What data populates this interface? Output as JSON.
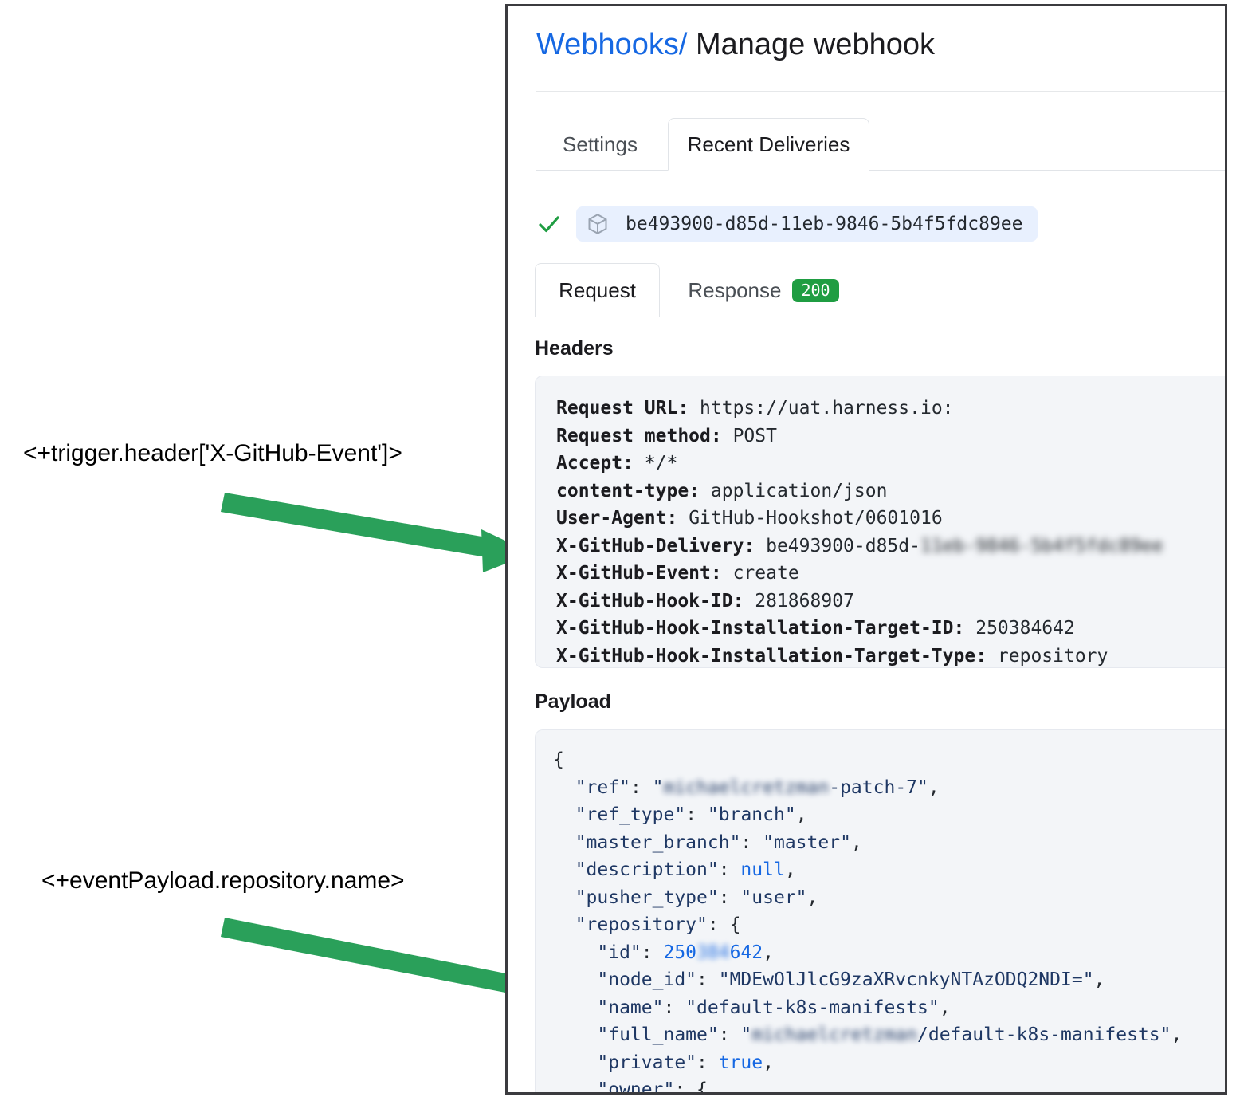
{
  "annotations": [
    {
      "name": "trigger-header-expression",
      "text": "<+trigger.header['X-GitHub-Event']>"
    },
    {
      "name": "event-payload-expression",
      "text": "<+eventPayload.repository.name>"
    }
  ],
  "panel": {
    "breadcrumb": {
      "link": "Webhooks",
      "separator": "/",
      "current": "Manage webhook"
    },
    "outer_tabs": [
      {
        "label": "Settings",
        "active": false
      },
      {
        "label": "Recent Deliveries",
        "active": true
      }
    ],
    "delivery": {
      "status_icon": "check-icon",
      "object_icon": "cube-icon",
      "id": "be493900-d85d-11eb-9846-5b4f5fdc89ee"
    },
    "inner_tabs": [
      {
        "label": "Request",
        "active": true
      },
      {
        "label": "Response",
        "active": false,
        "badge": "200"
      }
    ],
    "headers_section": {
      "label": "Headers",
      "rows": [
        {
          "name": "Request URL:",
          "value": "https://uat.harness.io:",
          "redacted": false
        },
        {
          "name": "Request method:",
          "value": "POST",
          "redacted": false
        },
        {
          "name": "Accept:",
          "value": "*/*",
          "redacted": false
        },
        {
          "name": "content-type:",
          "value": "application/json",
          "redacted": false
        },
        {
          "name": "User-Agent:",
          "value": "GitHub-Hookshot/0601016",
          "redacted": false
        },
        {
          "name": "X-GitHub-Delivery:",
          "value": "be493900-d85d-",
          "redacted_value": "11eb-9846-5b4f5fdc89ee",
          "redacted": true
        },
        {
          "name": "X-GitHub-Event:",
          "value": "create",
          "redacted": false
        },
        {
          "name": "X-GitHub-Hook-ID:",
          "value": "281868907",
          "redacted": false
        },
        {
          "name": "X-GitHub-Hook-Installation-Target-ID:",
          "value": "250384642",
          "redacted": false
        },
        {
          "name": "X-GitHub-Hook-Installation-Target-Type:",
          "value": "repository",
          "redacted": false
        }
      ]
    },
    "payload_section": {
      "label": "Payload",
      "lines": [
        "{",
        "  \"ref\": \"<redacted>-patch-7\",",
        "  \"ref_type\": \"branch\",",
        "  \"master_branch\": \"master\",",
        "  \"description\": null,",
        "  \"pusher_type\": \"user\",",
        "  \"repository\": {",
        "    \"id\": 250<redacted>642,",
        "    \"node_id\": \"MDEwOlJlcG9zaXRvcnkyNTAzODQ2NDI=\",",
        "    \"name\": \"default-k8s-manifests\",",
        "    \"full_name\": \"<redacted>/default-k8s-manifests\",",
        "    \"private\": true,",
        "    \"owner\": {"
      ],
      "values": {
        "ref_suffix": "-patch-7",
        "ref_redacted": "michaelcretzman",
        "ref_type": "branch",
        "master_branch": "master",
        "description": "null",
        "pusher_type": "user",
        "id_prefix": "250",
        "id_redacted": "384",
        "id_suffix": "642",
        "node_id": "MDEwOlJlcG9zaXRvcnkyNTAzODQ2NDI=",
        "name": "default-k8s-manifests",
        "full_name_redacted": "michaelcretzman",
        "full_name_suffix": "/default-k8s-manifests",
        "private": "true"
      }
    }
  },
  "colors": {
    "link_blue": "#1668e3",
    "arrow_green": "#2aa05a",
    "badge_green": "#1f9d42",
    "pill_blue": "#e8f0fe",
    "code_bg": "#f3f5f8",
    "json_key": "#1f3864",
    "json_literal": "#1668e3",
    "panel_border": "#3b3b3f"
  }
}
